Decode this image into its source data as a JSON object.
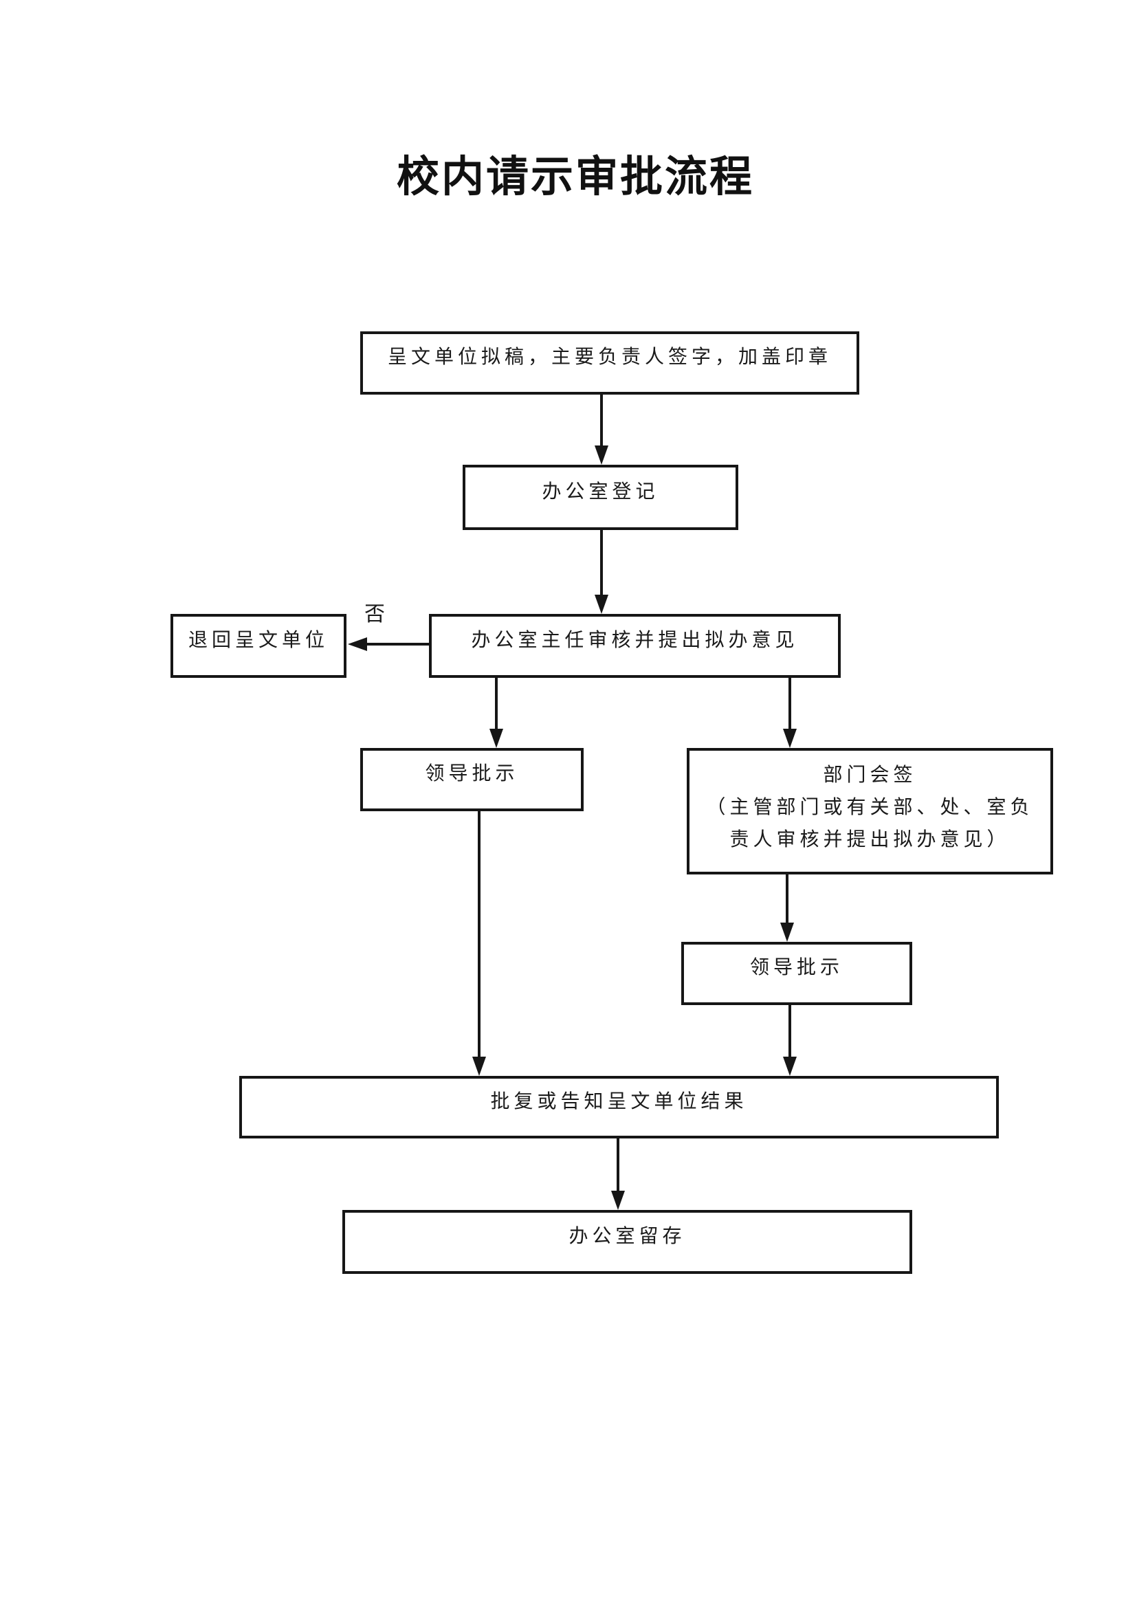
{
  "page": {
    "title": "校内请示审批流程"
  },
  "flowchart": {
    "nodes": {
      "draft": {
        "label": "呈文单位拟稿，主要负责人签字，加盖印章"
      },
      "register": {
        "label": "办公室登记"
      },
      "director_review": {
        "label": "办公室主任审核并提出拟办意见"
      },
      "return_unit": {
        "label": "退回呈文单位"
      },
      "leader_instruction_left": {
        "label": "领导批示"
      },
      "dept_countersign": {
        "lines": [
          "部门会签",
          "（主管部门或有关部、处、室负",
          "责人审核并提出拟办意见）"
        ]
      },
      "leader_instruction_right": {
        "label": "领导批示"
      },
      "reply_notify": {
        "label": "批复或告知呈文单位结果"
      },
      "office_retain": {
        "label": "办公室留存"
      }
    },
    "edge_labels": {
      "no": "否"
    },
    "colors": {
      "ink": "#161616",
      "background": "#ffffff"
    }
  }
}
